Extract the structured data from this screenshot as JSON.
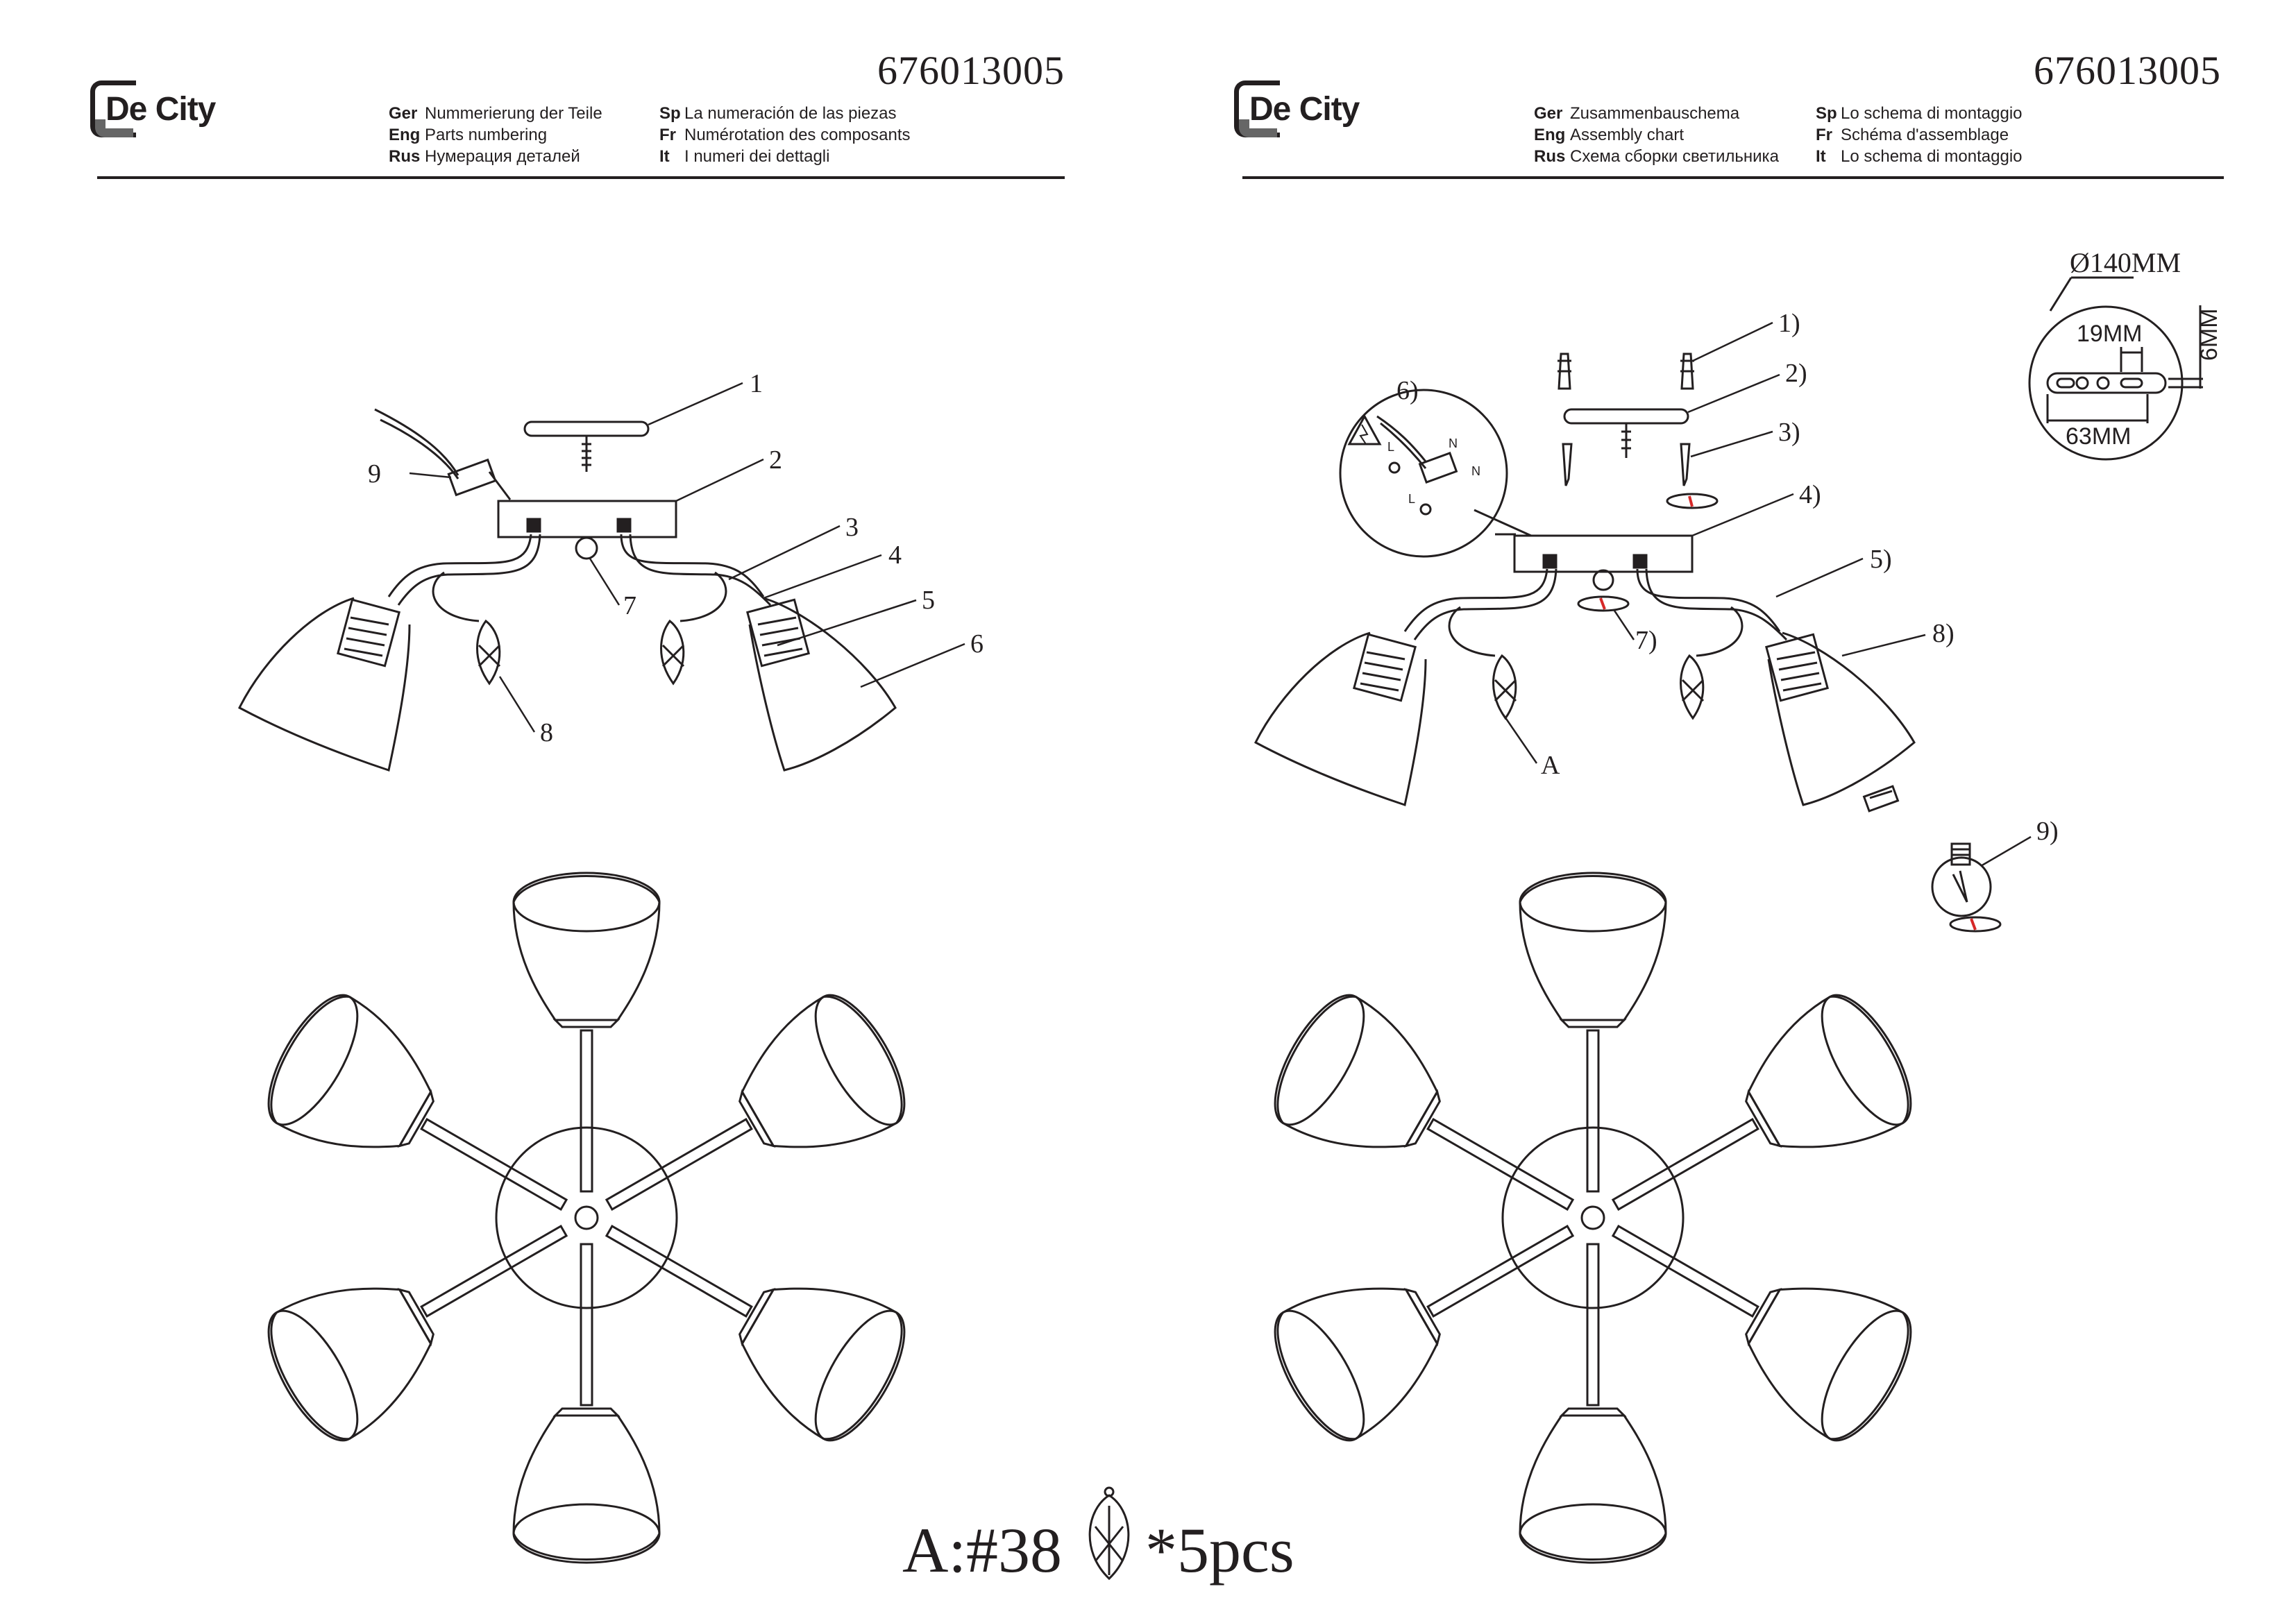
{
  "brand": {
    "logo_text": "De City"
  },
  "product_code": "676013005",
  "left_page": {
    "headings": {
      "ger_code": "Ger",
      "ger": "Nummerierung der Teile",
      "eng_code": "Eng",
      "eng": "Parts numbering",
      "rus_code": "Rus",
      "rus": "Нумерация деталей",
      "sp_code": "Sp",
      "sp": "La numeración de las piezas",
      "fr_code": "Fr",
      "fr": "Numérotation des composants",
      "it_code": "It",
      "it": "I numeri dei dettagli"
    },
    "part_labels": [
      "1",
      "2",
      "3",
      "4",
      "5",
      "6",
      "7",
      "8",
      "9"
    ]
  },
  "right_page": {
    "headings": {
      "ger_code": "Ger",
      "ger": "Zusammenbauschema",
      "eng_code": "Eng",
      "eng": "Assembly chart",
      "rus_code": "Rus",
      "rus": "Схема сборки светильника",
      "sp_code": "Sp",
      "sp": "Lo schema di montaggio",
      "fr_code": "Fr",
      "fr": "Schéma d'assemblage",
      "it_code": "It",
      "it": "Lo schema di montaggio"
    },
    "step_labels": [
      "1)",
      "2)",
      "3)",
      "4)",
      "5)",
      "6)",
      "7)",
      "8)",
      "9)"
    ],
    "crystal_label": "A",
    "wiring_labels": {
      "n_top": "N",
      "n_mid": "N",
      "l_left": "L",
      "l_bottom": "L"
    },
    "dimensions": {
      "diameter": "Ø140MM",
      "slot_width": "19MM",
      "slot_height": "6MM",
      "hole_spacing": "63MM"
    }
  },
  "legend": {
    "prefix": "A:#38",
    "suffix": "*5pcs"
  }
}
